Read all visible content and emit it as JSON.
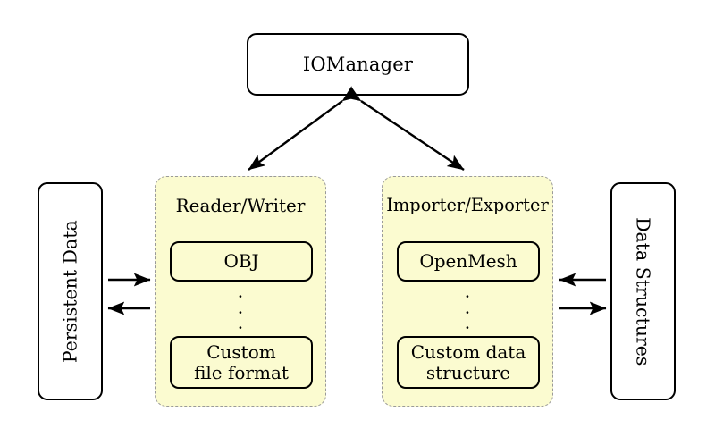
{
  "diagram": {
    "title_node": {
      "label": "IOManager"
    },
    "side_boxes": [
      {
        "id": "persistent-data",
        "label": "Persistent Data",
        "orientation": "bottom-to-top"
      },
      {
        "id": "data-structures",
        "label": "Data Structures",
        "orientation": "top-to-bottom"
      }
    ],
    "panels": [
      {
        "id": "reader-writer",
        "title": "Reader/Writer",
        "first_item": "OBJ",
        "ellipsis": "⋮",
        "last_item_line1": "Custom",
        "last_item_line2": "file format"
      },
      {
        "id": "importer-exporter",
        "title": "Importer/Exporter",
        "first_item": "OpenMesh",
        "ellipsis": "⋮",
        "last_item_line1": "Custom data",
        "last_item_line2": "structure"
      }
    ],
    "connections": [
      {
        "id": "iomanager-to-reader-writer",
        "type": "bidirectional-diagonal"
      },
      {
        "id": "iomanager-to-importer-exporter",
        "type": "bidirectional-diagonal"
      },
      {
        "id": "persistent-data-to-reader-writer",
        "type": "arrow-right"
      },
      {
        "id": "reader-writer-to-persistent-data",
        "type": "arrow-left"
      },
      {
        "id": "data-structures-to-importer-exporter",
        "type": "arrow-left"
      },
      {
        "id": "importer-exporter-to-data-structures",
        "type": "arrow-right"
      }
    ],
    "colors": {
      "panel_fill": "#fbfbd0",
      "panel_border": "#9a9a9a",
      "node_border": "#000000",
      "background": "#ffffff"
    }
  }
}
